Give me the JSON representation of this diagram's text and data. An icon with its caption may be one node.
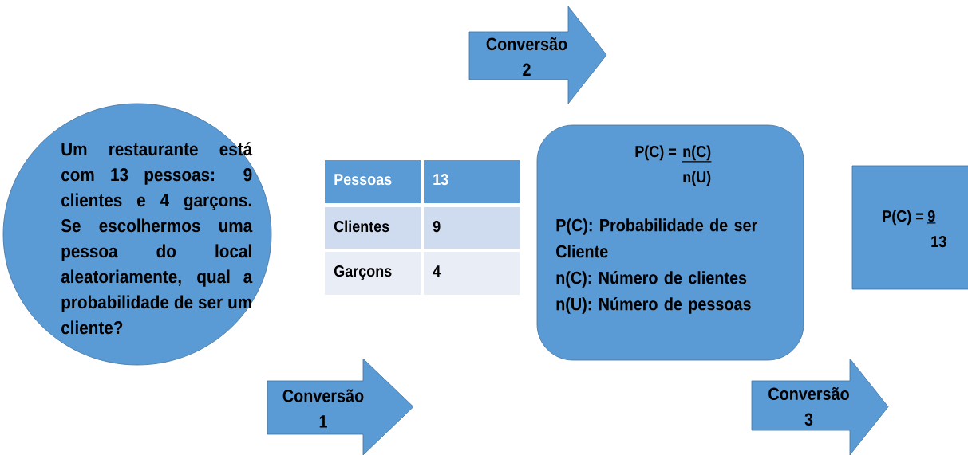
{
  "diagram": {
    "nodes": [
      {
        "text": [
          "Um restaurante está com 13 pessoas: 9 clientes e 4 garçons. Se escolhermos uma pessoa do local aleatoriamente, qual a probabilidade de ser um cliente?"
        ]
      },
      {
        "text": [
          "Conversão 1"
        ]
      },
      {
        "text": [
          "Conversão 2"
        ]
      },
      {
        "text": [
          "P(C) =",
          "n(C)",
          "n(U)",
          "P(C): Probabilidade de ser Cliente",
          "n(C): Número de clientes",
          "n(U): Número de pessoas"
        ]
      },
      {
        "text": [
          "Conversão 3"
        ]
      },
      {
        "text": [
          "P(C) =",
          "9",
          "13"
        ]
      }
    ],
    "labels": [
      "Pessoas",
      "13",
      "Clientes",
      "9",
      "Garçons",
      "4"
    ]
  }
}
